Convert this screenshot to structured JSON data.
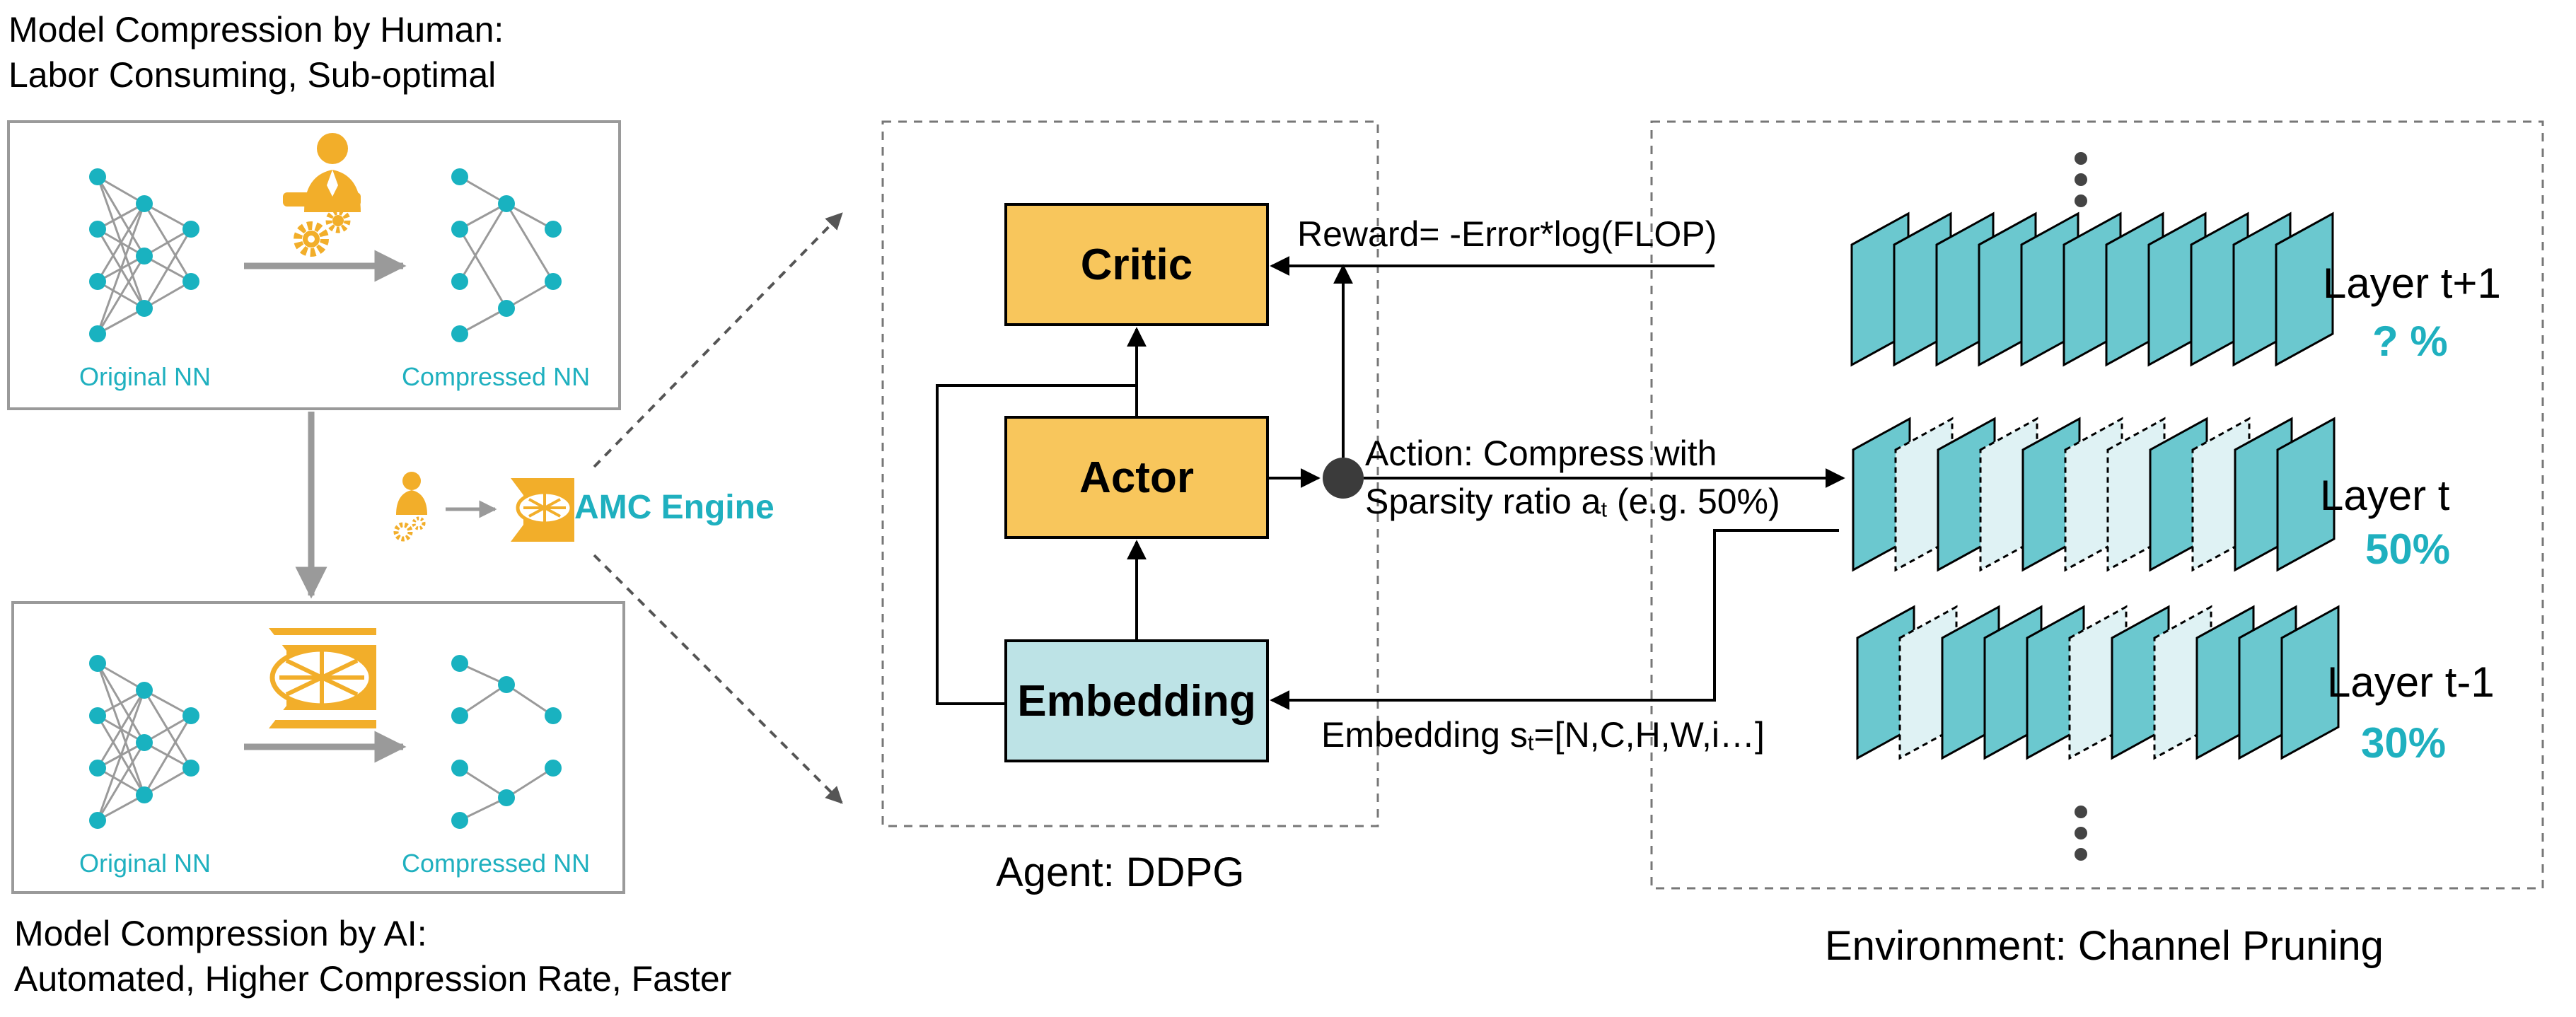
{
  "human": {
    "caption_line1": "Model Compression by Human:",
    "caption_line2": "Labor Consuming, Sub-optimal",
    "original_label": "Original NN",
    "compressed_label": "Compressed NN"
  },
  "ai": {
    "caption_line1": "Model Compression by AI:",
    "caption_line2": "Automated, Higher Compression Rate, Faster",
    "original_label": "Original NN",
    "compressed_label": "Compressed NN"
  },
  "engine_label": "AMC Engine",
  "agent": {
    "title": "Agent: DDPG",
    "critic": "Critic",
    "actor": "Actor",
    "embedding": "Embedding"
  },
  "reward_label": "Reward= -Error*log(FLOP)",
  "action_label_line1": "Action: Compress with",
  "action_label_line2_pre": "Sparsity ratio a",
  "action_label_line2_sub": "t",
  "action_label_line2_post": " (e.g. 50%)",
  "embedding_label_pre": "Embedding s",
  "embedding_label_sub": "t",
  "embedding_label_post": "=[N,C,H,W,i…]",
  "environment": {
    "title": "Environment: Channel Pruning",
    "layers": [
      {
        "name": "Layer t+1",
        "ratio": "? %"
      },
      {
        "name": "Layer t",
        "ratio": "50%"
      },
      {
        "name": "Layer t-1",
        "ratio": "30%"
      }
    ]
  },
  "colors": {
    "teal": "#6bc8cf",
    "teal_light": "#dff2f4",
    "teal_text": "#1fb0bf",
    "node": "#19b2c0",
    "orange": "#f8c65c",
    "embedding_fill": "#bde3e6",
    "icon_orange": "#f2ae2a"
  }
}
